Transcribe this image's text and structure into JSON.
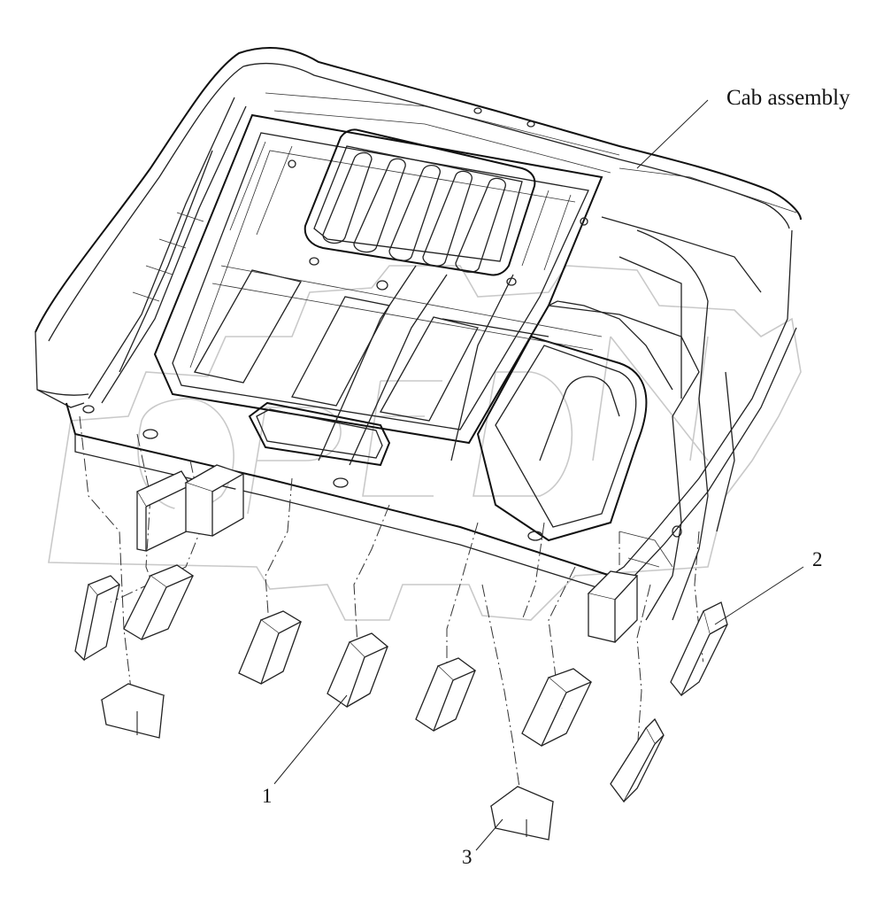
{
  "labels": {
    "cab_assembly": "Cab assembly",
    "part_1": "1",
    "part_2": "2",
    "part_3": "3"
  }
}
